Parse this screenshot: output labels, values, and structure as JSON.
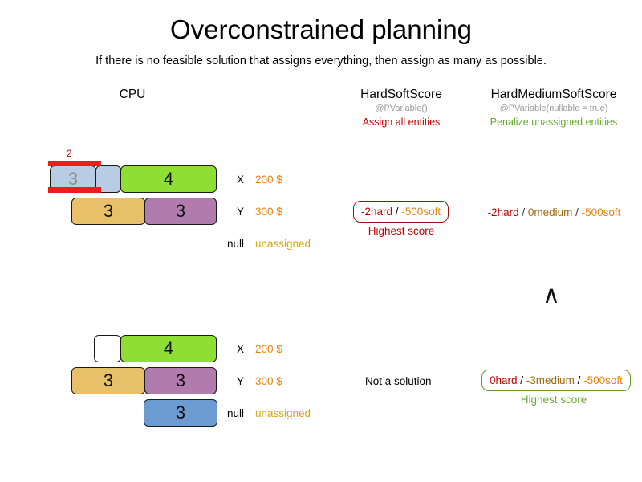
{
  "header": {
    "title": "Overconstrained planning",
    "subtitle": "If there is no feasible solution that assigns everything, then assign as many as possible."
  },
  "columns": [
    {
      "id": "cpu",
      "title": "CPU",
      "annotation": "",
      "note": ""
    },
    {
      "id": "hss",
      "title": "HardSoftScore",
      "annotation": "@PVariable()",
      "note": "Assign all entities"
    },
    {
      "id": "hmss",
      "title": "HardMediumSoftScore",
      "annotation": "@PVariable(nullable = true)",
      "note": "Penalize unassigned entities"
    }
  ],
  "scenarios": [
    {
      "id": "scenario-1",
      "overflow": {
        "label": "2"
      },
      "rows": [
        {
          "cpu": "X",
          "cost": "200 $",
          "blocks": [
            {
              "value": "3",
              "color": "#b8cce4",
              "ghost": true
            },
            {
              "value": "",
              "color": "#b8cce4",
              "ghost": false
            },
            {
              "value": "4",
              "color": "#8ede34",
              "ghost": false
            }
          ]
        },
        {
          "cpu": "Y",
          "cost": "300 $",
          "blocks": [
            {
              "value": "3",
              "color": "#e8c06a",
              "ghost": false
            },
            {
              "value": "3",
              "color": "#b07cae",
              "ghost": false
            }
          ]
        },
        {
          "cpu": "null",
          "cost": "unassigned",
          "blocks": []
        }
      ],
      "hardsoft": {
        "boxed": true,
        "hard": "-2hard",
        "medium": null,
        "soft": "-500soft",
        "caption": "Highest score",
        "plain": null
      },
      "hardmediumsoft": {
        "boxed": false,
        "hard": "-2hard",
        "medium": "0medium",
        "soft": "-500soft",
        "caption": null,
        "plain": null
      }
    },
    {
      "id": "scenario-2",
      "overflow": null,
      "rows": [
        {
          "cpu": "X",
          "cost": "200 $",
          "blocks": [
            {
              "value": "",
              "color": "#ffffff",
              "ghost": false
            },
            {
              "value": "4",
              "color": "#8ede34",
              "ghost": false
            }
          ]
        },
        {
          "cpu": "Y",
          "cost": "300 $",
          "blocks": [
            {
              "value": "3",
              "color": "#e8c06a",
              "ghost": false
            },
            {
              "value": "3",
              "color": "#b07cae",
              "ghost": false
            }
          ]
        },
        {
          "cpu": "null",
          "cost": "unassigned",
          "blocks": [
            {
              "value": "3",
              "color": "#6b9bd1",
              "ghost": false
            }
          ]
        }
      ],
      "hardsoft": {
        "boxed": false,
        "hard": null,
        "medium": null,
        "soft": null,
        "caption": null,
        "plain": "Not a solution"
      },
      "hardmediumsoft": {
        "boxed": true,
        "hard": "0hard",
        "medium": "-3medium",
        "soft": "-500soft",
        "caption": "Highest score",
        "plain": null
      }
    }
  ],
  "separator": {
    "glyph": "∧"
  },
  "colors": {
    "green": "#8ede34",
    "light_blue": "#b8cce4",
    "orange_block": "#e8c06a",
    "purple": "#b07cae",
    "mid_blue": "#6b9bd1",
    "overflow_red": "#ee1c1c",
    "hard_red": "#c00000",
    "medium_gold": "#a06b0b",
    "soft_orange": "#e8820c",
    "note_green": "#67a92b",
    "unassigned_gold": "#d8a514"
  }
}
